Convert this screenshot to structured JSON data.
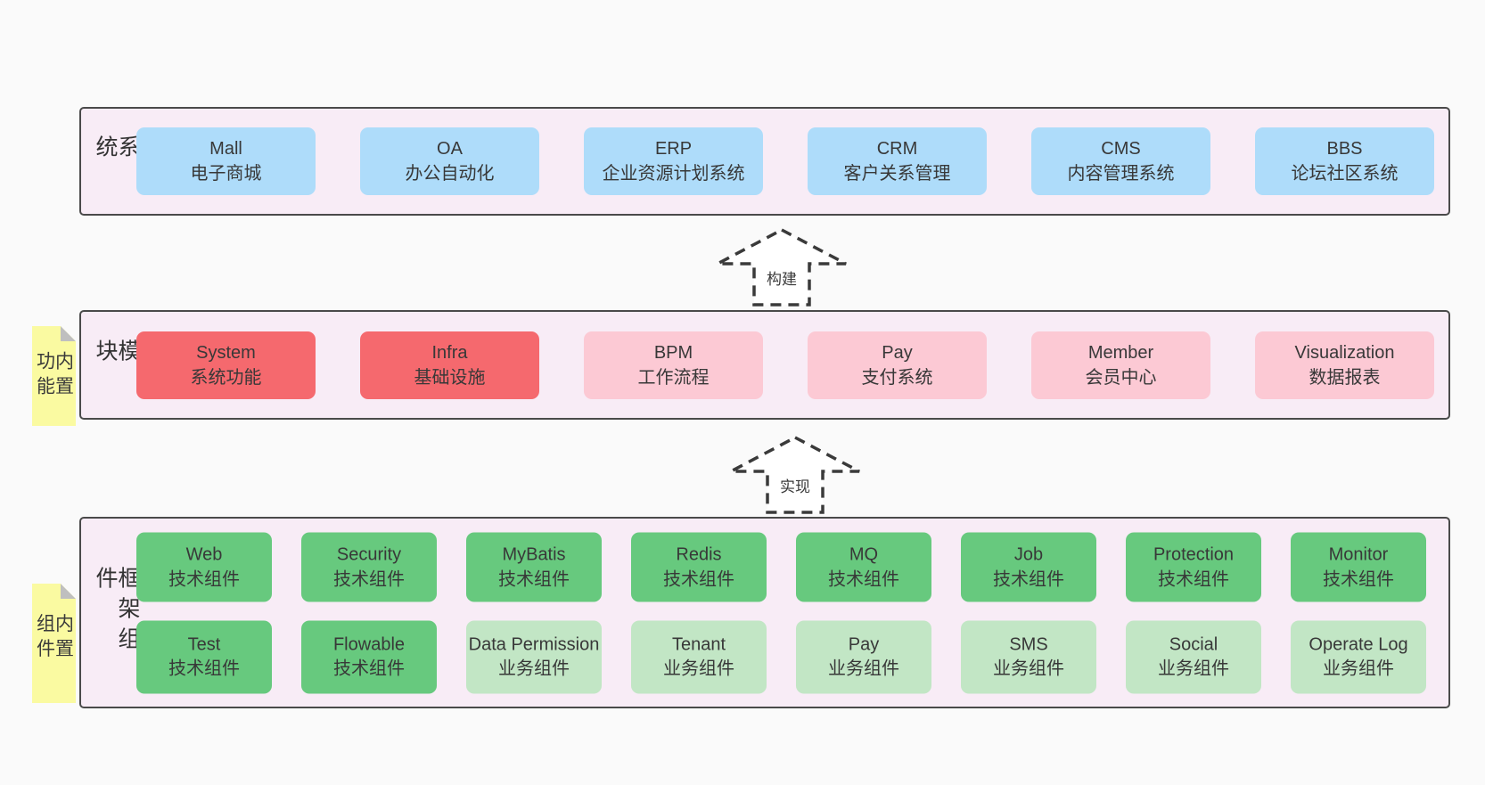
{
  "canvas": {
    "background": "#fafafa"
  },
  "colors": {
    "layer_background": "#f8ecf6",
    "layer_border": "#4a4a4a",
    "blue_box": "#aedcfa",
    "red_box": "#f5696e",
    "pink_box": "#fcc9d4",
    "green_box": "#67c97e",
    "light_green_box": "#c2e6c5",
    "note_yellow": "#fafaa1",
    "note_fold_gray": "#bfbfbf",
    "text": "#383838"
  },
  "arrows": {
    "build": {
      "label": "构建"
    },
    "implement": {
      "label": "实现"
    }
  },
  "layers": {
    "business": {
      "label": "业务系统",
      "boxes": [
        {
          "name": "Mall",
          "desc": "电子商城"
        },
        {
          "name": "OA",
          "desc": "办公自动化"
        },
        {
          "name": "ERP",
          "desc": "企业资源计划系统"
        },
        {
          "name": "CRM",
          "desc": "客户关系管理"
        },
        {
          "name": "CMS",
          "desc": "内容管理系统"
        },
        {
          "name": "BBS",
          "desc": "论坛社区系统"
        }
      ]
    },
    "modules": {
      "label": "通用模块",
      "note": "内置功能",
      "boxes": [
        {
          "name": "System",
          "desc": "系统功能",
          "variant": "red"
        },
        {
          "name": "Infra",
          "desc": "基础设施",
          "variant": "red"
        },
        {
          "name": "BPM",
          "desc": "工作流程",
          "variant": "pink"
        },
        {
          "name": "Pay",
          "desc": "支付系统",
          "variant": "pink"
        },
        {
          "name": "Member",
          "desc": "会员中心",
          "variant": "pink"
        },
        {
          "name": "Visualization",
          "desc": "数据报表",
          "variant": "pink"
        }
      ]
    },
    "components": {
      "label": "框架组件",
      "note": "内置组件",
      "row1": [
        {
          "name": "Web",
          "desc": "技术组件",
          "variant": "green"
        },
        {
          "name": "Security",
          "desc": "技术组件",
          "variant": "green"
        },
        {
          "name": "MyBatis",
          "desc": "技术组件",
          "variant": "green"
        },
        {
          "name": "Redis",
          "desc": "技术组件",
          "variant": "green"
        },
        {
          "name": "MQ",
          "desc": "技术组件",
          "variant": "green"
        },
        {
          "name": "Job",
          "desc": "技术组件",
          "variant": "green"
        },
        {
          "name": "Protection",
          "desc": "技术组件",
          "variant": "green"
        },
        {
          "name": "Monitor",
          "desc": "技术组件",
          "variant": "green"
        }
      ],
      "row2": [
        {
          "name": "Test",
          "desc": "技术组件",
          "variant": "green"
        },
        {
          "name": "Flowable",
          "desc": "技术组件",
          "variant": "green"
        },
        {
          "name": "Data Permission",
          "desc": "业务组件",
          "variant": "lightgreen"
        },
        {
          "name": "Tenant",
          "desc": "业务组件",
          "variant": "lightgreen"
        },
        {
          "name": "Pay",
          "desc": "业务组件",
          "variant": "lightgreen"
        },
        {
          "name": "SMS",
          "desc": "业务组件",
          "variant": "lightgreen"
        },
        {
          "name": "Social",
          "desc": "业务组件",
          "variant": "lightgreen"
        },
        {
          "name": "Operate Log",
          "desc": "业务组件",
          "variant": "lightgreen"
        }
      ]
    }
  }
}
